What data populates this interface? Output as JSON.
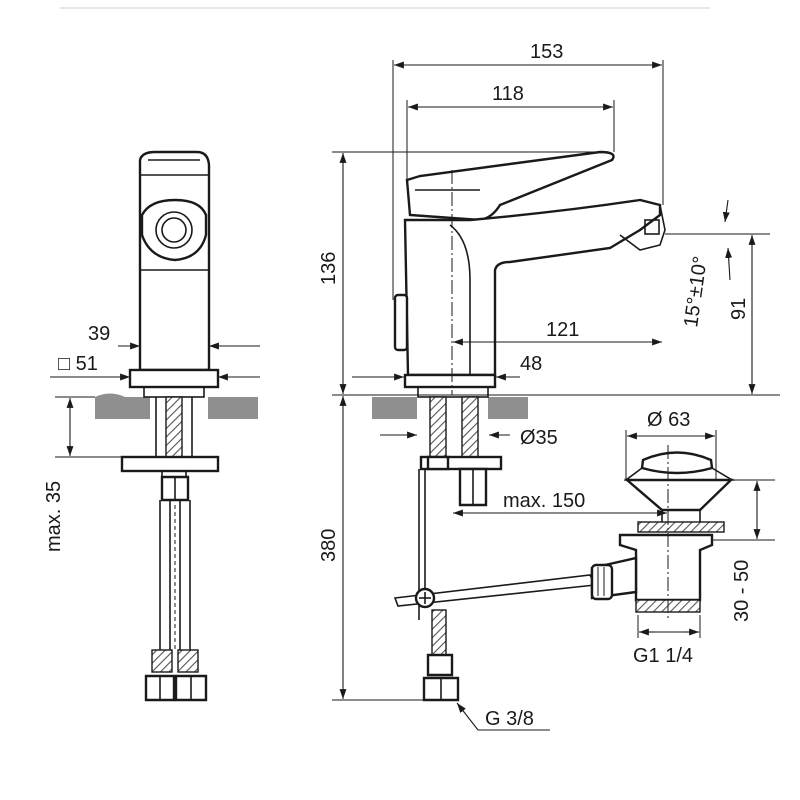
{
  "dimensions": {
    "width_overall": "153",
    "width_spout_from_lever": "118",
    "height_total": "136",
    "outlet_angle": "15°±10°",
    "outlet_height": "91",
    "spout_reach": "121",
    "base_offset": "48",
    "shank_diameter": "Ø35",
    "max_deck": "max. 150",
    "base_width": "39",
    "base_square": "□ 51",
    "max_thickness": "max. 35",
    "supply_length": "380",
    "waste_diameter": "Ø 63",
    "waste_adjust": "30 - 50",
    "waste_thread": "G1 1/4",
    "supply_thread": "G 3/8"
  }
}
